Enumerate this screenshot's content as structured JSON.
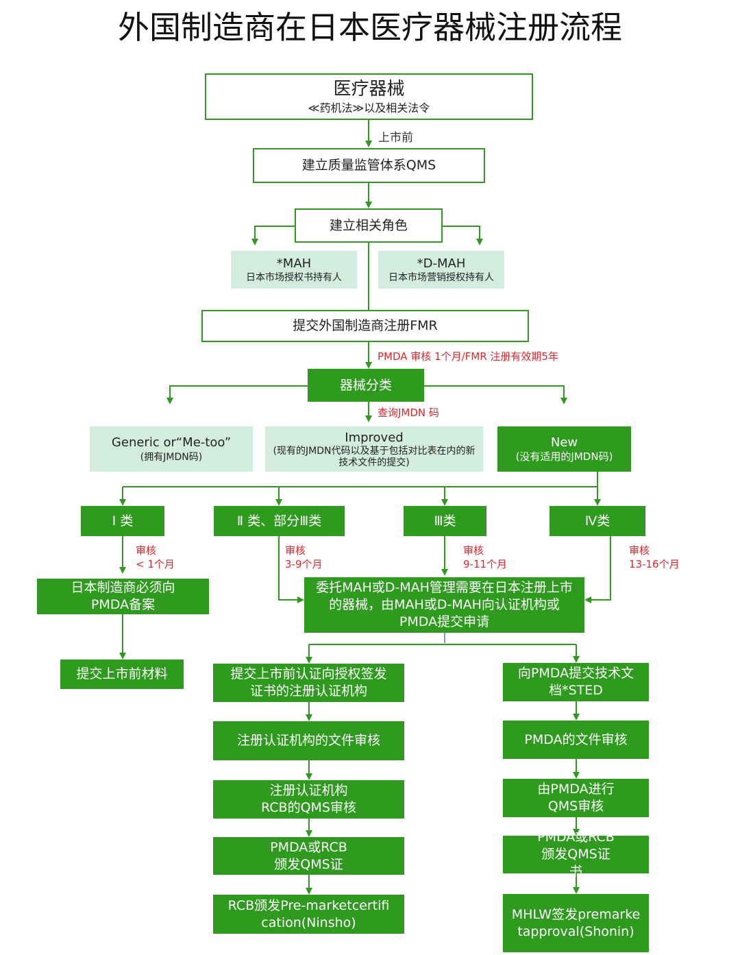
{
  "title": "外国制造商在日本医疗器械注册流程",
  "top": {
    "main": "医疗器械",
    "sub": "≪药机法≫以及相关法令"
  },
  "premarket_label": "上市前",
  "qms": "建立质量监管体系QMS",
  "roles": "建立相关角色",
  "mah": {
    "main": "*MAH",
    "sub": "日本市场授权书持有人"
  },
  "dmah": {
    "main": "*D-MAH",
    "sub": "日本市场营销授权持有人"
  },
  "fmr": "提交外国制造商注册FMR",
  "fmr_note": "PMDA 审核 1个月/FMR 注册有效期5年",
  "classify": "器械分类",
  "jmdn_note": "查询JMDN 码",
  "generic": {
    "main": "Generic or“Me-too”",
    "sub": "(拥有JMDN码)"
  },
  "improved": {
    "main": "Improved",
    "sub": "(现有的JMDN代码以及基于包括对比表在内的新技术文件的提交)"
  },
  "new": {
    "main": "New",
    "sub": "(没有适用的JMDN码)"
  },
  "classes": [
    "Ⅰ 类",
    "Ⅱ 类、部分Ⅲ类",
    "Ⅲ类",
    "Ⅳ类"
  ],
  "reviews": [
    {
      "l1": "审核",
      "l2": "< 1个月"
    },
    {
      "l1": "审核",
      "l2": "3-9个月"
    },
    {
      "l1": "审核",
      "l2": "9-11个月"
    },
    {
      "l1": "审核",
      "l2": "13-16个月"
    }
  ],
  "class1": {
    "notify": "日本制造商必须向PMDA备案",
    "submit": "提交上市前材料"
  },
  "center": "委托MAH或D-MAH管理需要在日本注册上市的器械，由MAH或D-MAH向认证机构或PMDA提交申请",
  "left_steps": [
    "提交上市前认证向授权签发证书的注册认证机构",
    "注册认证机构的文件审核",
    "注册认证机构RCB的QMS审核",
    "PMDA或RCB颁发QMS证",
    "RCB颁发Pre-marketcertification(Ninsho)"
  ],
  "right_steps": [
    "向PMDA提交技术文档*STED",
    "PMDA的文件审核",
    "由PMDA进行QMS审核",
    "PMDA或RCB颁发QMS证书",
    "MHLW签发premarketapproval(Shonin)"
  ],
  "colors": {
    "green": "#2e9a1e",
    "light": "#d3ece0",
    "red": "#e0262a"
  }
}
